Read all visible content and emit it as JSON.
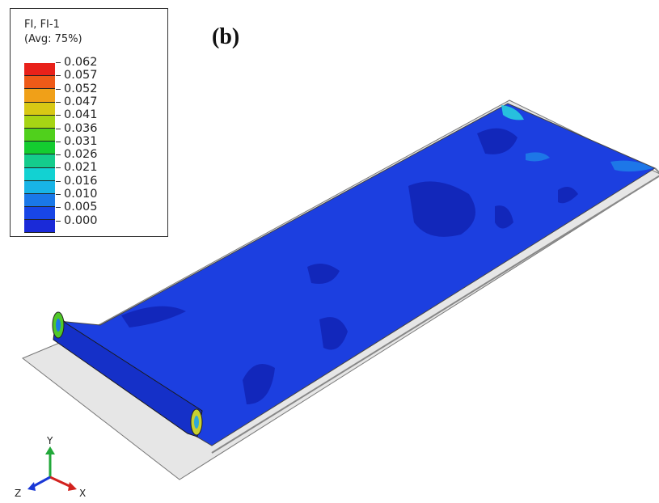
{
  "legend": {
    "title_line1": "FI, FI-1",
    "title_line2": "(Avg: 75%)",
    "ticks": [
      "0.062",
      "0.057",
      "0.052",
      "0.047",
      "0.041",
      "0.036",
      "0.031",
      "0.026",
      "0.021",
      "0.016",
      "0.010",
      "0.005",
      "0.000"
    ],
    "colors": [
      "#e8211a",
      "#ee5a18",
      "#f0a018",
      "#d8c814",
      "#a6d414",
      "#50d01c",
      "#14cc30",
      "#14cc8c",
      "#12d2d2",
      "#18b4e6",
      "#1a78e8",
      "#1846e6",
      "#1a2ad8"
    ]
  },
  "panel_label": "(b)",
  "axes": {
    "y": "Y",
    "z": "Z",
    "x": "X"
  },
  "colors": {
    "plate_light": "#e6e6e6",
    "field_main": "#1c3fe0",
    "field_dark": "#1226b8",
    "field_light": "#1e7ae8",
    "field_cyan": "#28c6de",
    "triad_y": "#22a83a",
    "triad_x": "#d2221e",
    "triad_z": "#1a38d6"
  }
}
